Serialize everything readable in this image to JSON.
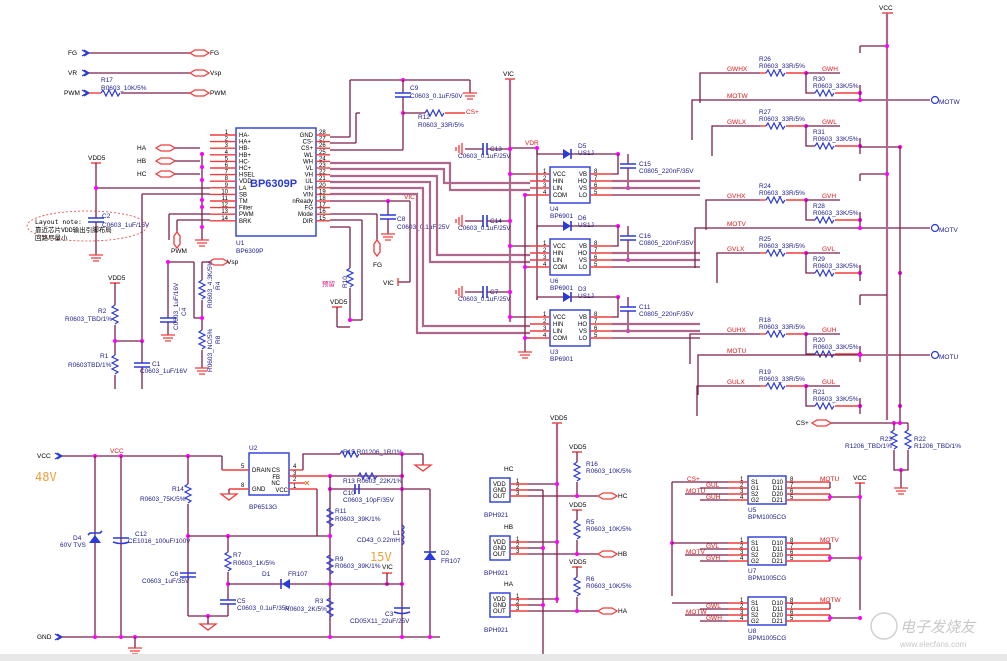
{
  "input_ports": {
    "fg": {
      "left": "FG",
      "right": "FG"
    },
    "vr": {
      "left": "VR",
      "right": "Vsp"
    },
    "pwm": {
      "left": "PWM",
      "right": "PWM",
      "res_ref": "R17",
      "res_val": "R0603_10K/5%"
    }
  },
  "u1": {
    "part": "BP6309P",
    "ref": "U1",
    "footer": "BP6309P",
    "left_pins": [
      {
        "num": "1",
        "name": "HA-"
      },
      {
        "num": "2",
        "name": "HA+"
      },
      {
        "num": "3",
        "name": "HB-"
      },
      {
        "num": "4",
        "name": "HB+"
      },
      {
        "num": "5",
        "name": "HC-"
      },
      {
        "num": "6",
        "name": "HC+"
      },
      {
        "num": "7",
        "name": "HSEL"
      },
      {
        "num": "8",
        "name": "VDD"
      },
      {
        "num": "9",
        "name": "LA"
      },
      {
        "num": "10",
        "name": "SB"
      },
      {
        "num": "11",
        "name": "TM"
      },
      {
        "num": "12",
        "name": "Filter"
      },
      {
        "num": "13",
        "name": "PWM"
      },
      {
        "num": "14",
        "name": "BRK"
      }
    ],
    "right_pins": [
      {
        "num": "28",
        "name": "GND"
      },
      {
        "num": "27",
        "name": "CS-"
      },
      {
        "num": "26",
        "name": "CS+"
      },
      {
        "num": "25",
        "name": "WL"
      },
      {
        "num": "24",
        "name": "WH"
      },
      {
        "num": "23",
        "name": "VL"
      },
      {
        "num": "22",
        "name": "VH"
      },
      {
        "num": "21",
        "name": "UL"
      },
      {
        "num": "20",
        "name": "UH"
      },
      {
        "num": "19",
        "name": "VIN"
      },
      {
        "num": "18",
        "name": "nReady"
      },
      {
        "num": "17",
        "name": "FG"
      },
      {
        "num": "16",
        "name": "Mode"
      },
      {
        "num": "15",
        "name": "DIR"
      }
    ],
    "hall_ports": [
      "HA",
      "HB",
      "HC"
    ]
  },
  "left_misc": {
    "vdd5": "VDD5",
    "c2_ref": "C2",
    "c2_val": "C0603_1uF/16V",
    "note_line1": "Layout note:",
    "note_line2": "靠近芯片VDD输出引脚布局",
    "note_line3": "回路尽量小",
    "pwm_port": "PWM",
    "vsp_port": "Vsp",
    "r4_ref": "R4",
    "r4_val": "R0603_4.3K/5%",
    "r8_ref": "R8",
    "r8_val": "R0603_NC/5%",
    "c4_ref": "C4",
    "c4_val": "C0603_1uF/16V",
    "vdd5_b": "VDD5",
    "r2_ref": "R2",
    "r2_val": "R0603_TBD/1%",
    "r1_ref": "R1",
    "r1_val": "R0603TBD/1%",
    "c1_ref": "C1",
    "c1_val": "C0603_1uF/16V"
  },
  "mid_misc": {
    "c9_ref": "C9",
    "c9_val": "C0603_0.1uF/50V",
    "r12_ref": "R12",
    "r12_val": "R0603_33R/5%",
    "cs_plus": "CS+",
    "vic": "VIC",
    "c8_ref": "C8",
    "c8_val": "C0603_0.1uF/25V",
    "fg_port": "FG",
    "vic_b": "VIC",
    "r10_ref": "R10",
    "r10_note": "预留",
    "vdd5": "VDD5",
    "vic_top": "VIC",
    "vdr": "VDR"
  },
  "drivers": [
    {
      "ref": "U4",
      "part": "BP6901",
      "cin_ref": "C13",
      "cin_val": "C0603_0.1uF/25V",
      "d_ref": "D5",
      "d_val": "US1J",
      "cb_ref": "C15",
      "cb_val": "C0805_220nF/35V"
    },
    {
      "ref": "U6",
      "part": "BP6901",
      "cin_ref": "C14",
      "cin_val": "C0603_0.1uF/25V",
      "d_ref": "D6",
      "d_val": "US1J",
      "cb_ref": "C16",
      "cb_val": "C0805_220nF/35V"
    },
    {
      "ref": "U3",
      "part": "BP6901",
      "cin_ref": "C7",
      "cin_val": "C0603_0.1uF/25V",
      "d_ref": "D3",
      "d_val": "US1J",
      "cb_ref": "C11",
      "cb_val": "C0805_220nF/35V"
    }
  ],
  "driver_pins": {
    "left": [
      {
        "num": "1",
        "name": "VCC"
      },
      {
        "num": "2",
        "name": "HIN"
      },
      {
        "num": "3",
        "name": "LIN"
      },
      {
        "num": "4",
        "name": "COM"
      }
    ],
    "right": [
      {
        "num": "8",
        "name": "VB"
      },
      {
        "num": "7",
        "name": "HO"
      },
      {
        "num": "6",
        "name": "VS"
      },
      {
        "num": "5",
        "name": "LO"
      }
    ]
  },
  "gate_resistors": [
    {
      "net_in": "GWHX",
      "ref": "R26",
      "val": "R0603_33R/5%",
      "net_out": "GWH",
      "pd_ref": "R30",
      "pd_val": "R0603_33K/5%"
    },
    {
      "net_in": "GWLX",
      "ref": "R27",
      "val": "R0603_33R/5%",
      "net_out": "GWL",
      "pd_ref": "R31",
      "pd_val": "R0603_33K/5%"
    },
    {
      "net_in": "GVHX",
      "ref": "R24",
      "val": "R0603_33R/5%",
      "net_out": "GVH",
      "pd_ref": "R28",
      "pd_val": "R0603_33K/5%"
    },
    {
      "net_in": "GVLX",
      "ref": "R25",
      "val": "R0603_33R/5%",
      "net_out": "GVL",
      "pd_ref": "R29",
      "pd_val": "R0603_33K/5%"
    },
    {
      "net_in": "GUHX",
      "ref": "R18",
      "val": "R0603_33R/5%",
      "net_out": "GUH",
      "pd_ref": "R20",
      "pd_val": "R0603_33K/5%"
    },
    {
      "net_in": "GULX",
      "ref": "R19",
      "val": "R0603_33R/5%",
      "net_out": "GUL",
      "pd_ref": "R21",
      "pd_val": "R0603_33K/5%"
    }
  ],
  "motor_outputs": [
    {
      "net": "MOTW",
      "port": "MOTW"
    },
    {
      "net": "MOTV",
      "port": "MOTV"
    },
    {
      "net": "MOTU",
      "port": "MOTU"
    }
  ],
  "right_misc": {
    "vcc_top": "VCC",
    "cs_plus": "CS+",
    "r23_ref": "R23",
    "r23_val": "R1206_TBD/1%",
    "r22_ref": "R22",
    "r22_val": "R1206_TBD/1%"
  },
  "power": {
    "vcc_in": "VCC",
    "gnd_in": "GND",
    "vcc_net": "VCC",
    "v48": "48V",
    "d4_ref": "D4",
    "d4_val": "60V TVS",
    "c12_ref": "C12",
    "c12_val": "CE1016_100uF/100V",
    "r14_ref": "R14",
    "r14_val": "R0603_75K/5%",
    "c6_ref": "C6",
    "c6_val": "C0603_1uF/35V",
    "r7_ref": "R7",
    "r7_val": "R0603_1K/5%",
    "c5_ref": "C5",
    "c5_val": "C0603_0.1uF/35V",
    "d1_ref": "D1",
    "d1_val": "FR107",
    "u2_ref": "U2",
    "u2_part": "BP6513G",
    "u2_pins": [
      {
        "num": "5",
        "name": "DRAIN"
      },
      {
        "num": "8",
        "name": "GND"
      },
      {
        "num": "4",
        "name": "CS"
      },
      {
        "num": "3",
        "name": "FB"
      },
      {
        "num": "2",
        "name": "NC"
      },
      {
        "num": "1",
        "name": "VCC"
      }
    ],
    "r15_ref": "R15",
    "r15_val": "R01206_1R/1%",
    "r13_ref": "R13",
    "r13_val": "R0603_22K/1%",
    "c10_ref": "C10",
    "c10_val": "C0603_10pF/35V",
    "r11_ref": "R11",
    "r11_val": "R0603_39K/1%",
    "r9_ref": "R9",
    "r9_val": "R0603_39K/1%",
    "r3_ref": "R3",
    "r3_val": "R0603_2K/5%",
    "l1_ref": "L1",
    "l1_val": "CD43_0.22mH",
    "v15": "15V",
    "vic": "VIC",
    "c3_ref": "C3",
    "c3_val": "CD05X11_22uF/25V",
    "d2_ref": "D2",
    "d2_val": "FR107"
  },
  "hall_sensors": [
    {
      "label": "HC",
      "part": "BPH921",
      "pu_ref": "R16",
      "pu_val": "R0603_10K/5%",
      "port": "HC",
      "vdd": "VDD5"
    },
    {
      "label": "HB",
      "part": "BPH921",
      "pu_ref": "R5",
      "pu_val": "R0603_10K/5%",
      "port": "HB",
      "vdd": "VDD5"
    },
    {
      "label": "HA",
      "part": "BPH921",
      "pu_ref": "R6",
      "pu_val": "R0603_10K/5%",
      "port": "HA",
      "vdd": "VDD5"
    }
  ],
  "hall_vdd_top": "VDD5",
  "hall_pins": [
    {
      "num": "1",
      "name": "VDD"
    },
    {
      "num": "2",
      "name": "GND"
    },
    {
      "num": "3",
      "name": "OUT"
    }
  ],
  "mosfets": [
    {
      "ref": "U5",
      "part": "BPM1005CG",
      "s1_net": "CS+",
      "g1_net": "GUL",
      "s2_net": "MOTU",
      "g2_net": "GUH",
      "d_net": "MOTU"
    },
    {
      "ref": "U7",
      "part": "BPM1005CG",
      "s1_net": "",
      "g1_net": "GVL",
      "s2_net": "MOTV",
      "g2_net": "GVH",
      "d_net": "MOTV"
    },
    {
      "ref": "U8",
      "part": "BPM1005CG",
      "s1_net": "",
      "g1_net": "GWL",
      "s2_net": "MOTW",
      "g2_net": "GWH",
      "d_net": "MOTW"
    }
  ],
  "mosfet_pins": {
    "left": [
      {
        "num": "1",
        "name": "S1"
      },
      {
        "num": "2",
        "name": "G1"
      },
      {
        "num": "3",
        "name": "S2"
      },
      {
        "num": "4",
        "name": "G2"
      }
    ],
    "right": [
      {
        "num": "8",
        "name": "D10"
      },
      {
        "num": "7",
        "name": "D11"
      },
      {
        "num": "6",
        "name": "D20"
      },
      {
        "num": "5",
        "name": "D21"
      }
    ]
  },
  "mosfet_vcc": "VCC",
  "watermark": {
    "cn": "电子发烧友",
    "url": "www.elecfans.com"
  }
}
